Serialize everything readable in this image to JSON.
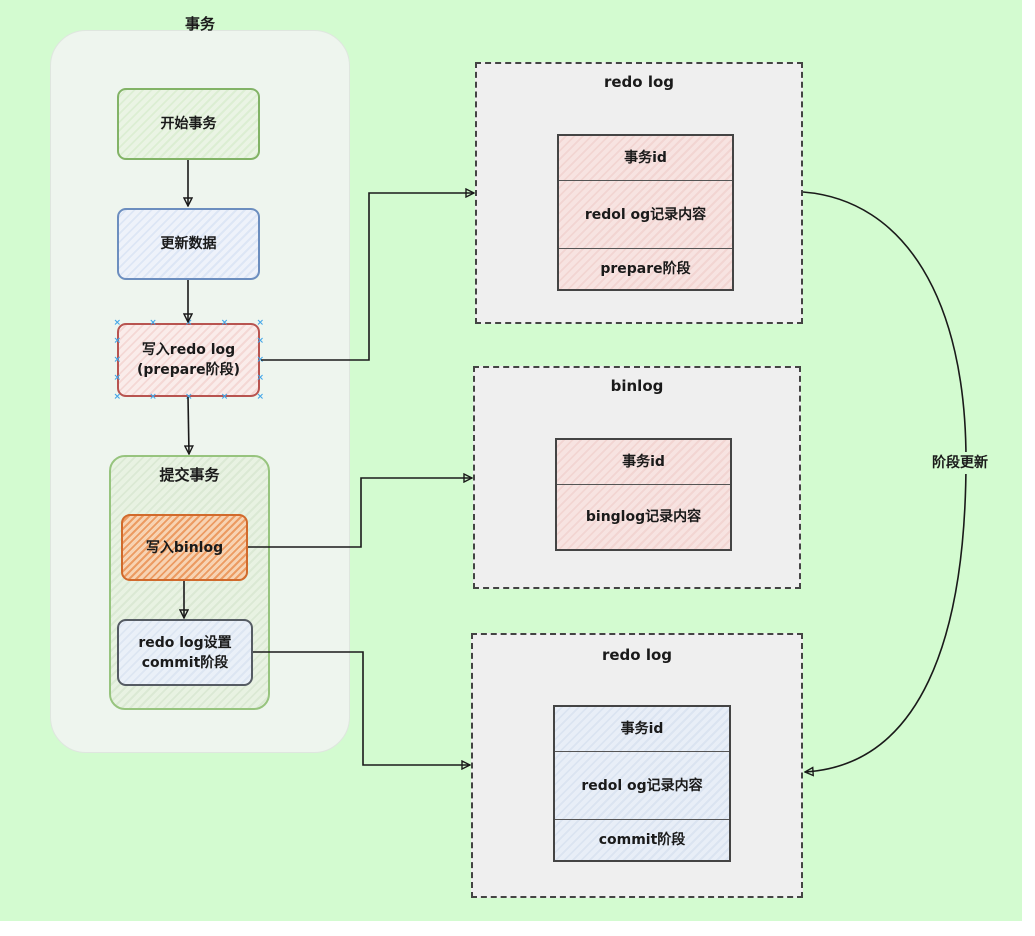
{
  "diagram": {
    "colors": {
      "canvas_background": "#d3fbd0",
      "start_node": "#82b366",
      "update_node": "#6c8ebf",
      "prepare_node": "#b85450",
      "binlog_node": "#d16a2c",
      "commit_node": "#555b63",
      "selection_handles": "#43a6e8"
    },
    "transaction": {
      "title": "事务",
      "steps": {
        "start": "开始事务",
        "update": "更新数据",
        "write_redo_line1": "写入redo log",
        "write_redo_line2": "(prepare阶段)"
      },
      "commit_group": {
        "title": "提交事务",
        "write_binlog": "写入binlog",
        "commit_line1": "redo log设置",
        "commit_line2": "commit阶段"
      }
    },
    "redo_log_prepare": {
      "title": "redo log",
      "rows": [
        "事务id",
        "redol og记录内容",
        "prepare阶段"
      ]
    },
    "binlog": {
      "title": "binlog",
      "rows": [
        "事务id",
        "binglog记录内容"
      ]
    },
    "redo_log_commit": {
      "title": "redo log",
      "rows": [
        "事务id",
        "redol og记录内容",
        "commit阶段"
      ]
    },
    "edge_label": "阶段更新"
  }
}
